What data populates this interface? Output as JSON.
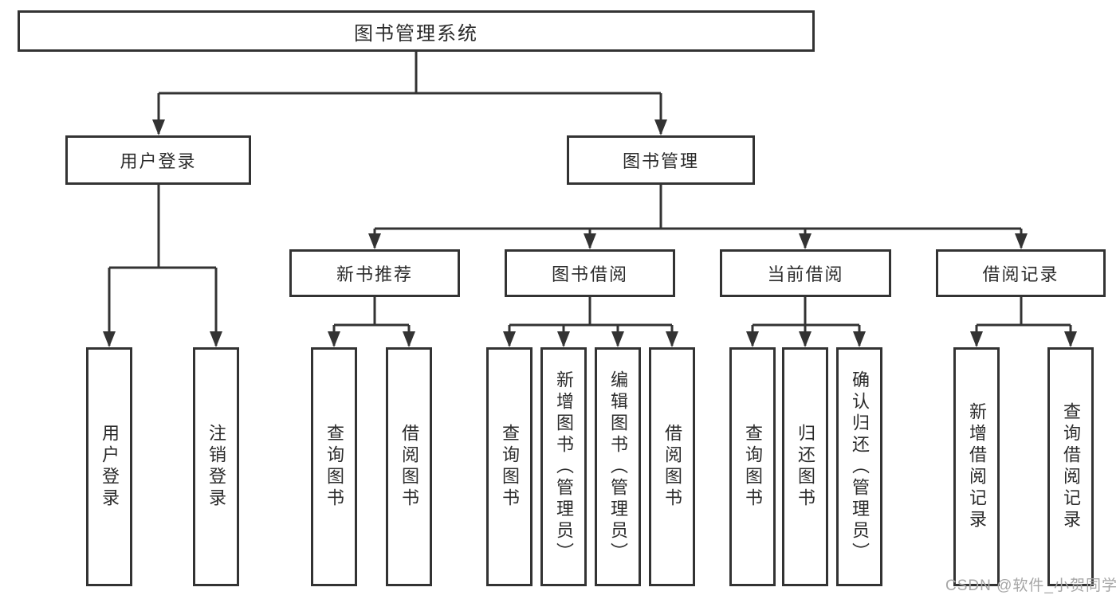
{
  "diagram": {
    "root": {
      "label": "图书管理系统"
    },
    "level2": [
      {
        "label": "用户登录",
        "children": [
          {
            "label": "用户登录"
          },
          {
            "label": "注销登录"
          }
        ]
      },
      {
        "label": "图书管理"
      }
    ],
    "level3": [
      {
        "label": "新书推荐",
        "children": [
          {
            "label": "查询图书"
          },
          {
            "label": "借阅图书"
          }
        ]
      },
      {
        "label": "图书借阅",
        "children": [
          {
            "label": "查询图书"
          },
          {
            "label": "新增图书（管理员）"
          },
          {
            "label": "编辑图书（管理员）"
          },
          {
            "label": "借阅图书"
          }
        ]
      },
      {
        "label": "当前借阅",
        "children": [
          {
            "label": "查询图书"
          },
          {
            "label": "归还图书"
          },
          {
            "label": "确认归还（管理员）"
          }
        ]
      },
      {
        "label": "借阅记录",
        "children": [
          {
            "label": "新增借阅记录"
          },
          {
            "label": "查询借阅记录"
          }
        ]
      }
    ],
    "watermark": "CSDN @软件_小贺同学",
    "colors": {
      "line": "#333333",
      "box_border": "#333333",
      "text": "#2b2b2b",
      "watermark": "#a6a6a6",
      "background": "#ffffff"
    }
  }
}
